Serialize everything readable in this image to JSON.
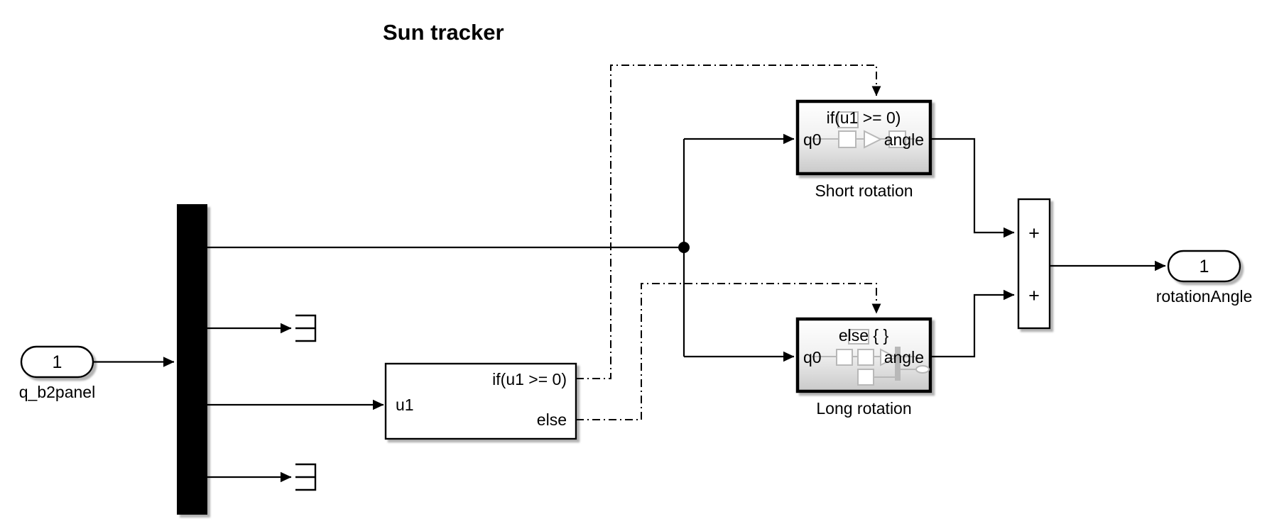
{
  "diagram": {
    "title": "Sun tracker",
    "type": "simulink-block-diagram"
  },
  "inports": [
    {
      "name": "inport-q-b2panel",
      "number": "1",
      "label": "q_b2panel"
    }
  ],
  "outports": [
    {
      "name": "outport-rotation-angle",
      "number": "1",
      "label": "rotationAngle"
    }
  ],
  "demux": {
    "name": "demux-block",
    "outputs": 4
  },
  "terminators": [
    {
      "name": "terminator-1"
    },
    {
      "name": "terminator-2"
    }
  ],
  "if_block": {
    "name": "if-block",
    "input_port": "u1",
    "output_ports": [
      "if(u1 >= 0)",
      "else"
    ]
  },
  "subsystems": [
    {
      "name": "short-rotation-subsystem",
      "header": "if(u1 >= 0)",
      "input_port": "q0",
      "output_port": "angle",
      "label": "Short rotation"
    },
    {
      "name": "long-rotation-subsystem",
      "header": "else { }",
      "input_port": "q0",
      "output_port": "angle",
      "label": "Long rotation"
    }
  ],
  "sum_block": {
    "name": "sum-block",
    "signs": [
      "+",
      "+"
    ]
  },
  "colors": {
    "background": "#ffffff",
    "line": "#000000",
    "block_fill": "#ffffff",
    "demux_fill": "#000000",
    "subsystem_gradient_top": "#ffffff",
    "subsystem_gradient_bottom": "#c9c9c9",
    "preview_gray": "#b8b8b8"
  }
}
